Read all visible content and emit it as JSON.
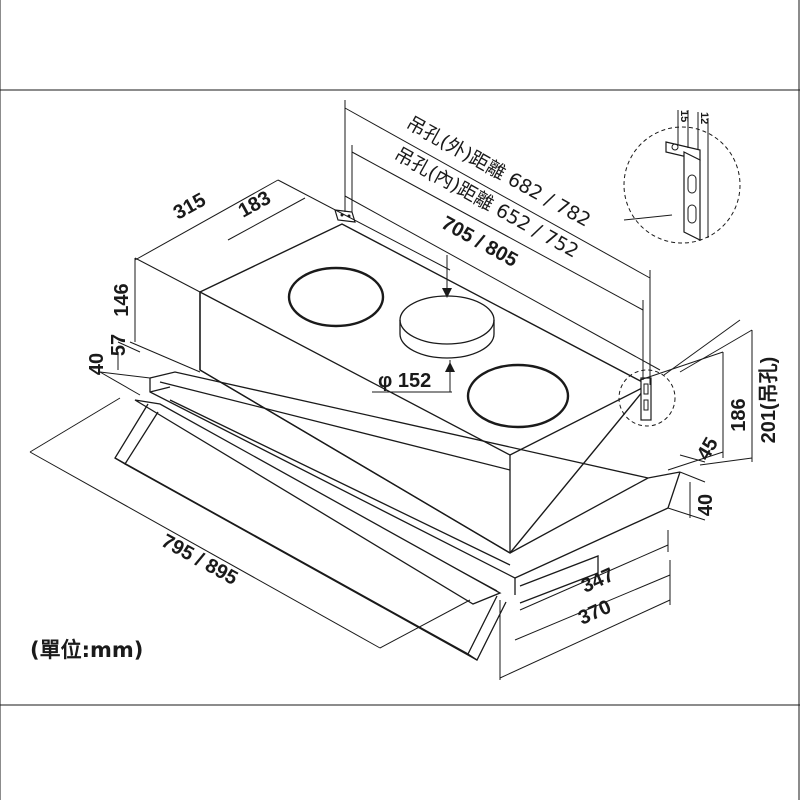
{
  "unit_label": "(單位:mm)",
  "dimensions": {
    "hang_outer": "吊孔(外)距離 682 / 782",
    "hang_inner": "吊孔(內)距離 652 / 752",
    "top_width": "705 / 805",
    "offset_315": "315",
    "offset_183": "183",
    "height_146": "146",
    "height_57": "57",
    "height_40_left": "40",
    "duct_diameter": "φ 152",
    "height_186": "186",
    "height_201": "201(吊孔)",
    "height_45": "45",
    "height_40_right": "40",
    "depth_347": "347",
    "depth_370": "370",
    "total_width": "795 / 895",
    "detail_15": "15",
    "detail_12": "12"
  }
}
